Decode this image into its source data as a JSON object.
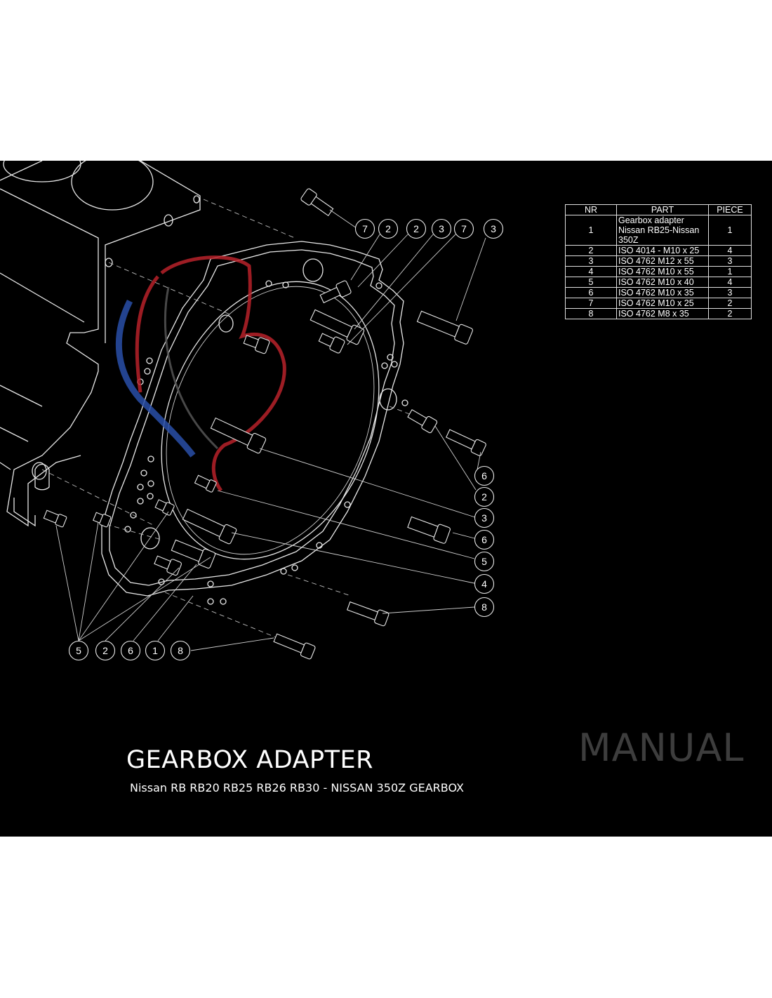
{
  "title": "GEARBOX ADAPTER",
  "subtitle": "Nissan RB RB20 RB25 RB26 RB30 - NISSAN 350Z GEARBOX",
  "watermark": "MANUAL",
  "colors": {
    "sheet_background": "#000000",
    "line": "#e8e8e8",
    "watermark_text": "#3d3d3d",
    "logo_red": "#b8222a",
    "logo_blue": "#2a4fa8"
  },
  "parts_table": {
    "headers": [
      "NR",
      "PART",
      "PIECE"
    ],
    "rows": [
      {
        "nr": "1",
        "part": "Gearbox adapter Nissan RB25-Nissan 350Z",
        "piece": "1"
      },
      {
        "nr": "2",
        "part": "ISO 4014 - M10 x 25",
        "piece": "4"
      },
      {
        "nr": "3",
        "part": "ISO 4762 M12 x 55",
        "piece": "3"
      },
      {
        "nr": "4",
        "part": "ISO 4762 M10 x 55",
        "piece": "1"
      },
      {
        "nr": "5",
        "part": "ISO 4762 M10 x 40",
        "piece": "4"
      },
      {
        "nr": "6",
        "part": "ISO 4762 M10 x 35",
        "piece": "3"
      },
      {
        "nr": "7",
        "part": "ISO 4762 M10 x 25",
        "piece": "2"
      },
      {
        "nr": "8",
        "part": "ISO 4762 M8 x 35",
        "piece": "2"
      }
    ]
  },
  "callouts": {
    "top": [
      "7",
      "2",
      "2",
      "3",
      "7",
      "3"
    ],
    "right": [
      "6",
      "2",
      "3",
      "6",
      "5",
      "4",
      "8"
    ],
    "bottom": [
      "5",
      "2",
      "6",
      "1",
      "8"
    ]
  }
}
